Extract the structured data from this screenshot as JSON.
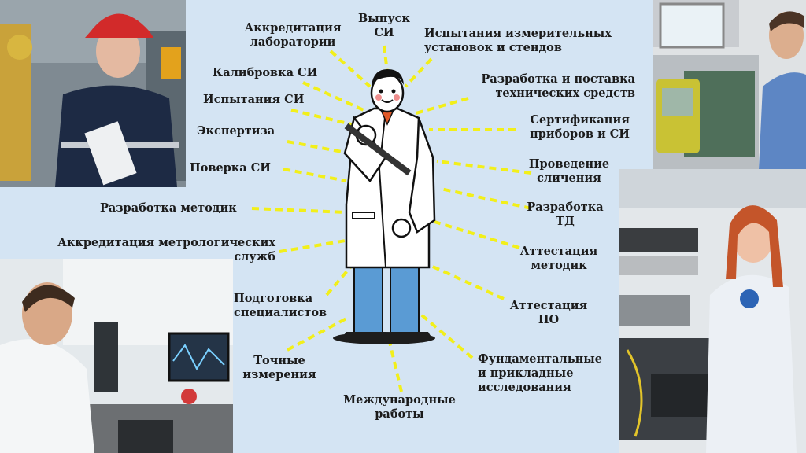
{
  "labels": {
    "l1": "Аккредитация\nлаборатории",
    "l2": "Выпуск\nСИ",
    "l3": "Испытания измерительных\nустановок и стендов",
    "l4": "Калибровка СИ",
    "l5": "Разработка и поставка\nтехнических средств",
    "l6": "Испытания СИ",
    "l7": "Сертификация\nприборов и СИ",
    "l8": "Экспертиза",
    "l9": "Проведение\nсличения",
    "l10": "Поверка СИ",
    "l11": "Разработка\nТД",
    "l12": "Разработка методик",
    "l13": "Аккредитация метрологических\nслужб",
    "l14": "Аттестация\nметодик",
    "l15": "Подготовка\nспециалистов",
    "l16": "Аттестация\nПО",
    "l17": "Точные\nизмерения",
    "l18": "Фундаментальные\nи прикладные\nисследования",
    "l19": "Международные\nработы"
  },
  "colors": {
    "background": "#d4e4f3",
    "dash": "#f2ef1a",
    "coat": "#ffffff",
    "trousers": "#5a9bd4"
  }
}
